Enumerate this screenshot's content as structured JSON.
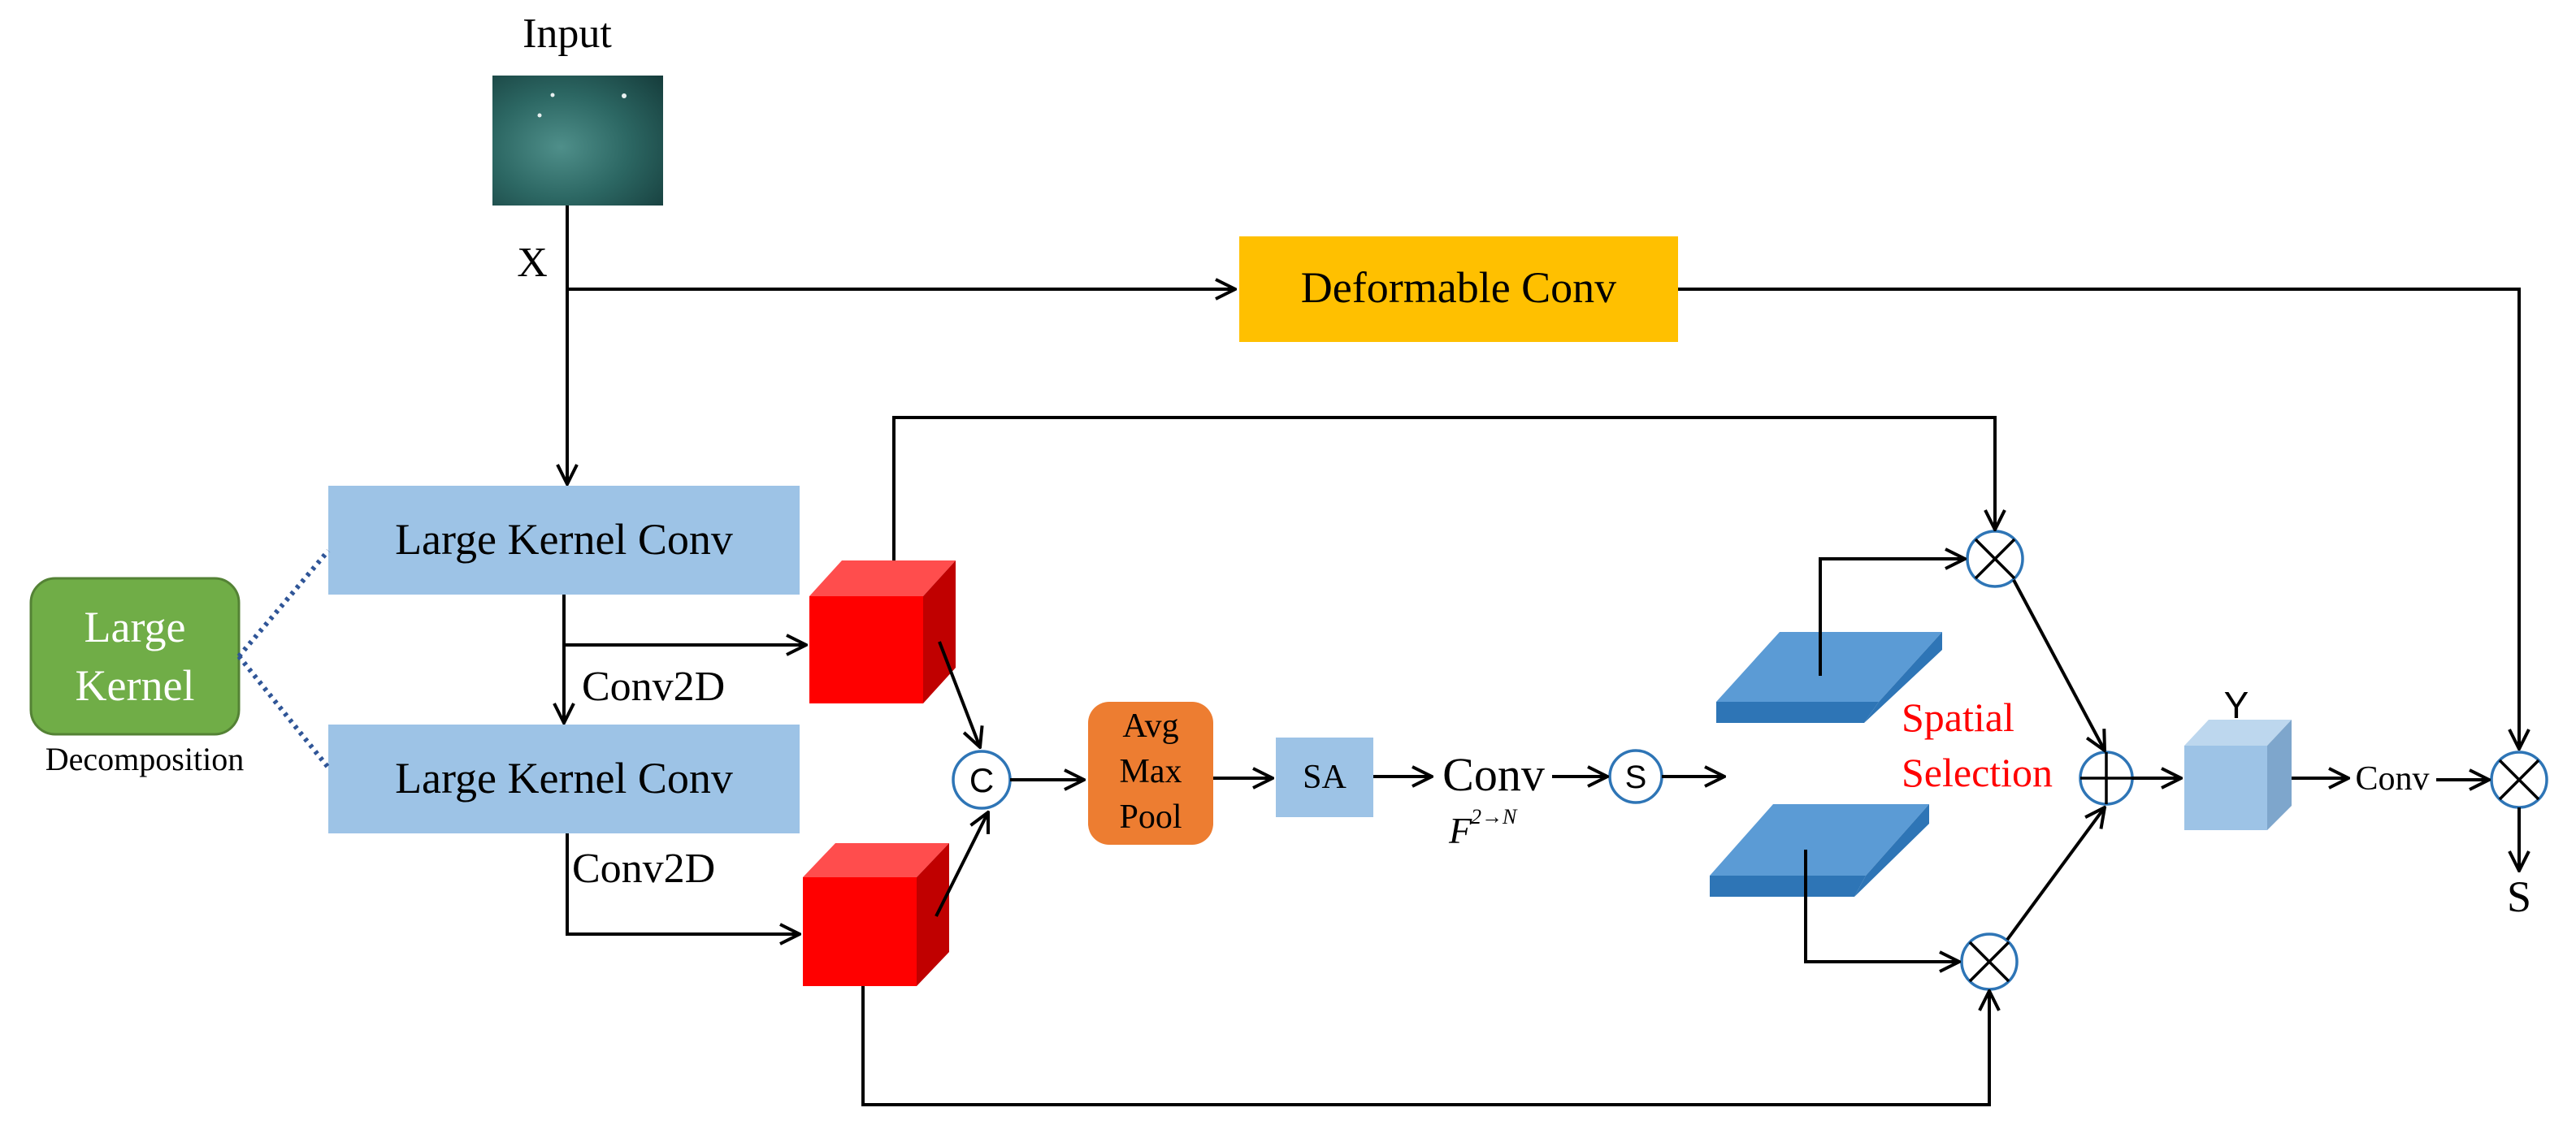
{
  "colors": {
    "light_blue": "#9dc3e6",
    "green": "#70ad47",
    "gold": "#ffc000",
    "orange": "#ed7d31",
    "red_front": "#ff0000",
    "red_top": "#ff4d4d",
    "red_side": "#c00000",
    "plate_top": "#5b9bd5",
    "plate_side": "#2e75b6",
    "spatial_text": "#ff0000"
  },
  "labels": {
    "input": "Input",
    "x": "X",
    "deformable_conv": "Deformable Conv",
    "large_kernel_conv_1": "Large Kernel Conv",
    "large_kernel_conv_2": "Large Kernel Conv",
    "lk_line1": "Large",
    "lk_line2": "Kernel",
    "decomposition": "Decomposition",
    "conv2d_1": "Conv2D",
    "conv2d_2": "Conv2D",
    "concat": "C",
    "pool_line1": "Avg",
    "pool_line2": "Max",
    "pool_line3": "Pool",
    "sa": "SA",
    "conv_main": "Conv",
    "conv_sub": "F",
    "conv_sup": "2→N",
    "sigmoid": "S",
    "spatial_line1": "Spatial",
    "spatial_line2": "Selection",
    "y": "Y",
    "conv_small": "Conv",
    "output_s": "S"
  },
  "icons": {
    "input_image": "aerial-sea-image",
    "multiply": "circled-times-icon",
    "add": "circled-plus-icon"
  }
}
